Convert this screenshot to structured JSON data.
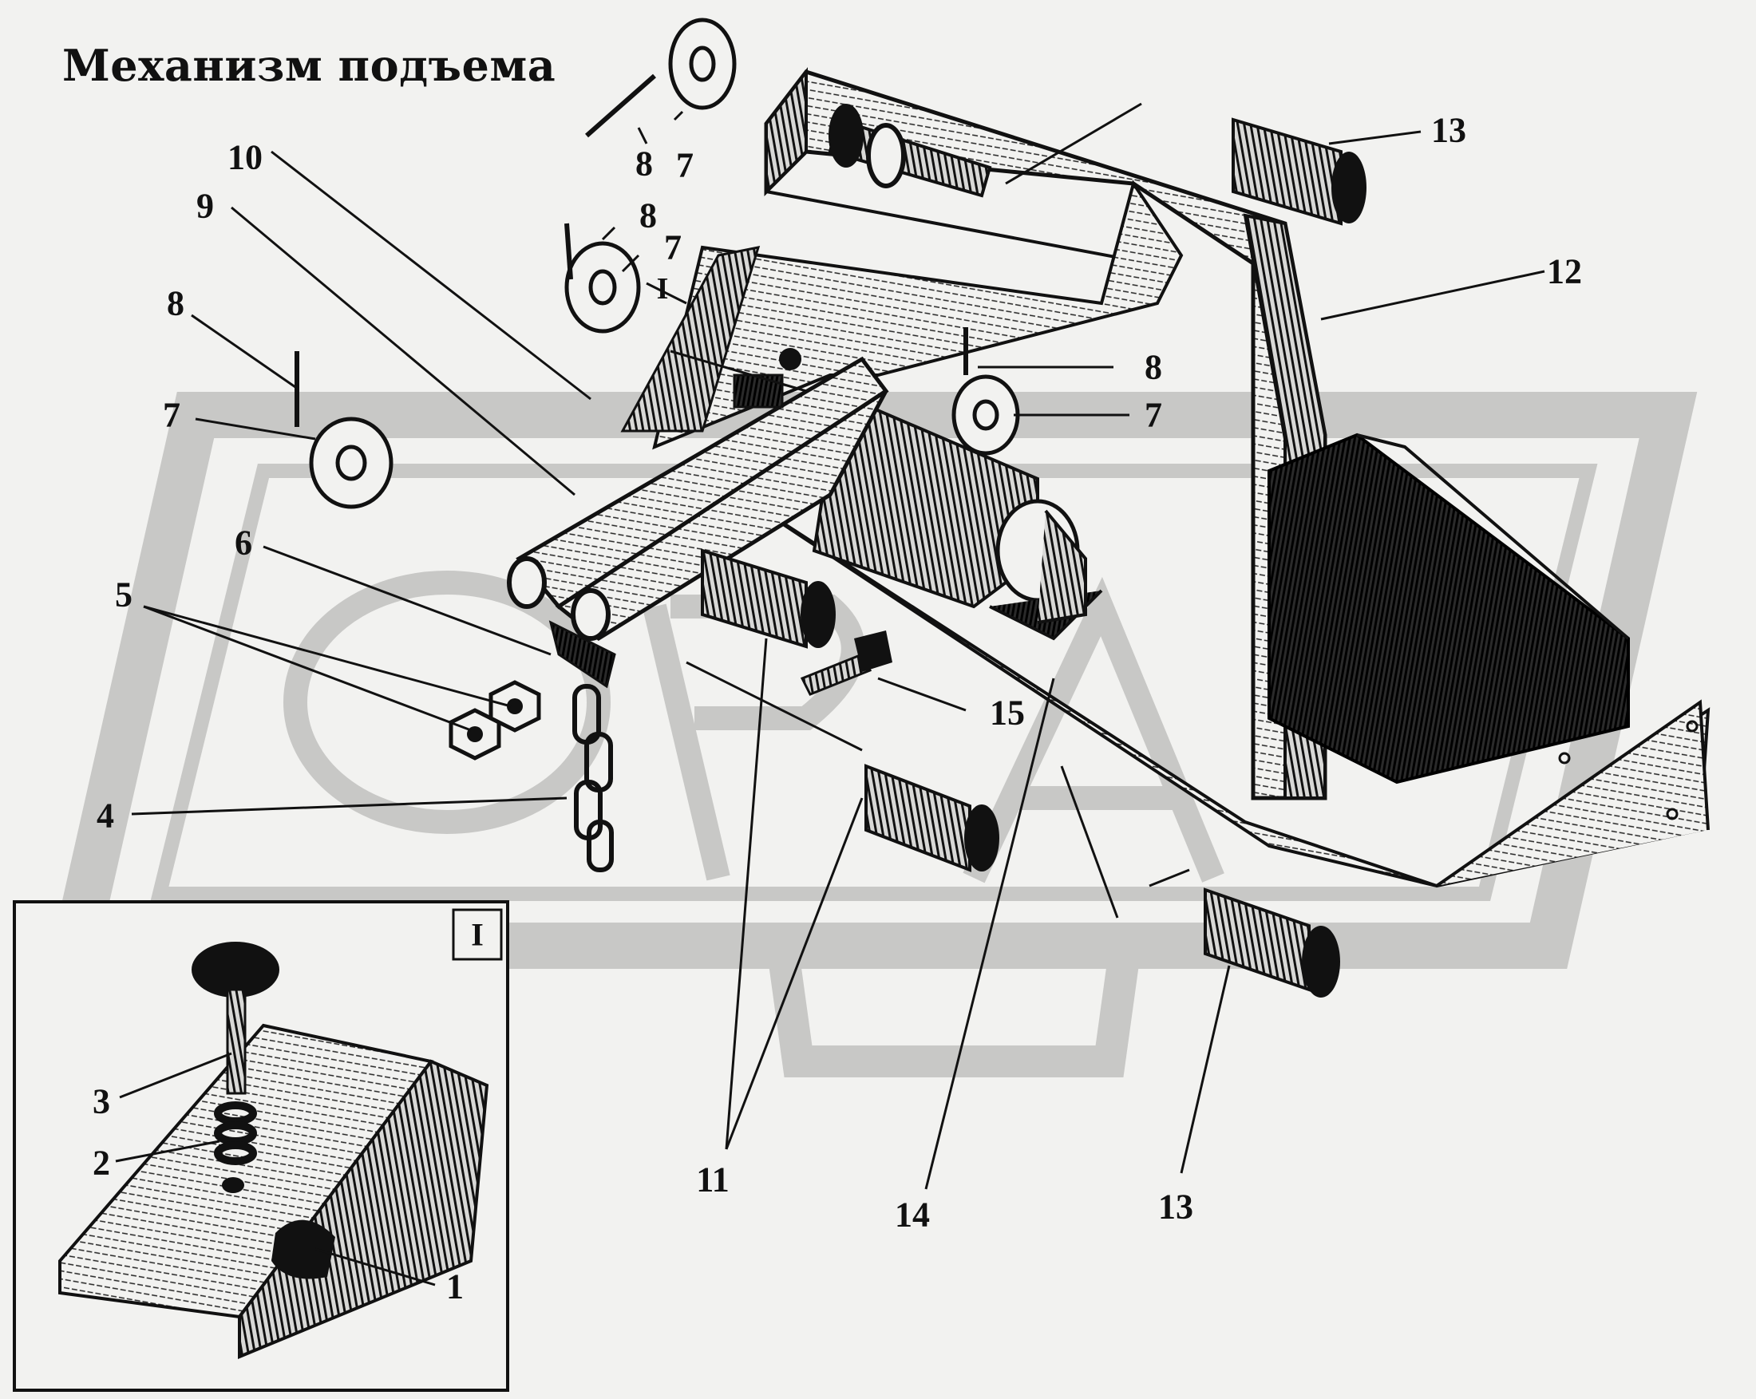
{
  "title": "Механизм подъема",
  "inset": {
    "label": "I"
  },
  "view_marker": "I",
  "callouts": [
    {
      "id": "c13a",
      "text": "13"
    },
    {
      "id": "c12",
      "text": "12"
    },
    {
      "id": "c8a",
      "text": "8"
    },
    {
      "id": "c7a",
      "text": "7"
    },
    {
      "id": "c8b",
      "text": "8"
    },
    {
      "id": "c7b",
      "text": "7"
    },
    {
      "id": "c10",
      "text": "10"
    },
    {
      "id": "c9",
      "text": "9"
    },
    {
      "id": "c8c",
      "text": "8"
    },
    {
      "id": "c7c",
      "text": "7"
    },
    {
      "id": "c8d",
      "text": "8"
    },
    {
      "id": "c7d",
      "text": "7"
    },
    {
      "id": "c6",
      "text": "6"
    },
    {
      "id": "c5",
      "text": "5"
    },
    {
      "id": "c4",
      "text": "4"
    },
    {
      "id": "c15",
      "text": "15"
    },
    {
      "id": "c11",
      "text": "11"
    },
    {
      "id": "c14",
      "text": "14"
    },
    {
      "id": "c13b",
      "text": "13"
    },
    {
      "id": "c3",
      "text": "3"
    },
    {
      "id": "c2",
      "text": "2"
    },
    {
      "id": "c1",
      "text": "1"
    }
  ],
  "colors": {
    "ink": "#111111",
    "paper": "#f2f2f0",
    "watermark": "#c8c8c6"
  }
}
